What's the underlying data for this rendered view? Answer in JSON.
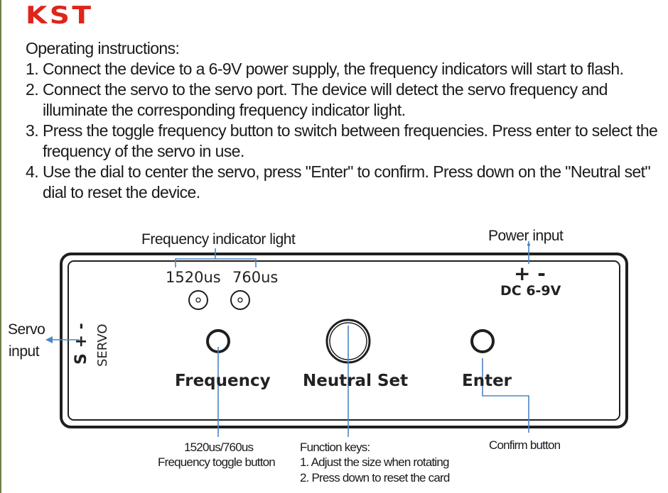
{
  "brand": {
    "logo": "KST",
    "logo_color": "#e0241b"
  },
  "instructions": {
    "heading": "Operating instructions:",
    "steps": [
      {
        "num": "1.",
        "text": "Connect the device to a 6-9V power supply, the frequency indicators will start to flash."
      },
      {
        "num": "2.",
        "text": "Connect the servo to the servo port. The device will detect the servo frequency and illuminate the corresponding frequency indicator light."
      },
      {
        "num": "3.",
        "text": "Press the toggle frequency button to switch between frequencies. Press enter to select the frequency of the servo in use."
      },
      {
        "num": "4.",
        "text": "Use the dial to center the servo, press \"Enter\" to confirm. Press down on the \"Neutral set\" dial to reset the device."
      }
    ]
  },
  "panel": {
    "indicator_1520": "1520us",
    "indicator_760": "760us",
    "power_polarity": "+ -",
    "power_rating": "DC 6-9V",
    "servo_pins": "S + -",
    "servo_port": "SERVO",
    "frequency_button": "Frequency",
    "neutral_dial": "Neutral Set",
    "enter_button": "Enter"
  },
  "callouts": {
    "frequency_indicator": "Frequency indicator light",
    "power_input": "Power input",
    "servo_input_line1": "Servo",
    "servo_input_line2": "input",
    "freq_toggle_line1": "1520us/760us",
    "freq_toggle_line2": "Frequency toggle button",
    "function_keys_line1": "Function keys:",
    "function_keys_line2": "1. Adjust the size when rotating",
    "function_keys_line3": "2. Press down to reset the card",
    "confirm_button": "Confirm button",
    "leader_color": "#4a86c5"
  }
}
